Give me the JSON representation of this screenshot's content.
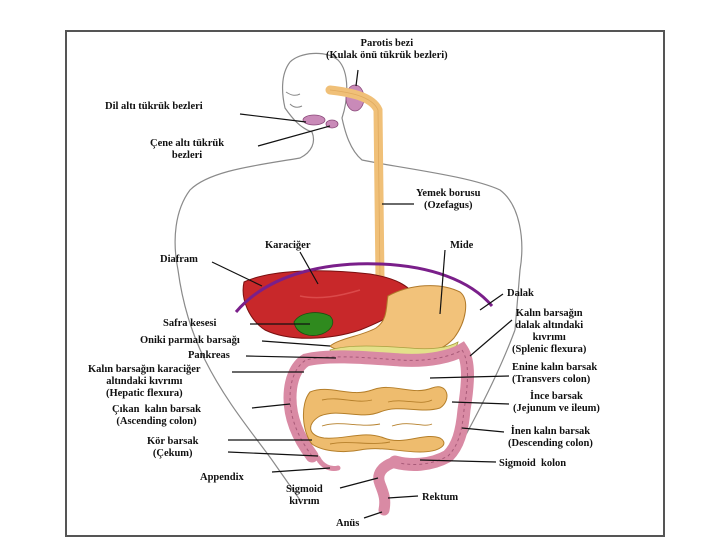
{
  "labels": {
    "parotis": "Parotis bezi\n(Kulak önü tükrük bezleri)",
    "dil_alti": "Dil altı tükrük bezleri",
    "cene_alti": "Çene altı tükrük\nbezleri",
    "yemek_borusu": "Yemek borusu\n(Ozefagus)",
    "karaciger": "Karaciğer",
    "mide": "Mide",
    "diafram": "Diafram",
    "dalak": "Dalak",
    "kalin_dalak": "Kalın barsağın\ndalak altındaki\nkıvrımı\n(Splenic flexura)",
    "safra": "Safra kesesi",
    "oniki": "Oniki parmak barsağı",
    "pankreas": "Pankreas",
    "hepatic": "Kalın barsağın karaciğer\naltındaki kıvrımı\n(Hepatic flexura)",
    "enine": "Enine kalın barsak\n(Transvers colon)",
    "cikan": "Çıkan  kalın barsak\n(Ascending colon)",
    "ince": "İnce barsak\n(Jejunum ve ileum)",
    "kor": "Kör barsak\n(Çekum)",
    "inen": "İnen kalın barsak\n(Descending colon)",
    "sigmoid_kolon": "Sigmoid  kolon",
    "appendix": "Appendix",
    "sigmoid_kivrim": "Sigmoid\nkıvrım",
    "rektum": "Rektum",
    "anus": "Anüs"
  },
  "colors": {
    "liver": "#c8282a",
    "gallbladder": "#2f8a1e",
    "stomach": "#f2c27a",
    "pancreas": "#e4e08a",
    "colon": "#d98aa4",
    "small_intestine": "#eebc6e",
    "diaphragm": "#7a1f8a",
    "glands": "#c98ab8",
    "esophagus": "#f0c078"
  }
}
